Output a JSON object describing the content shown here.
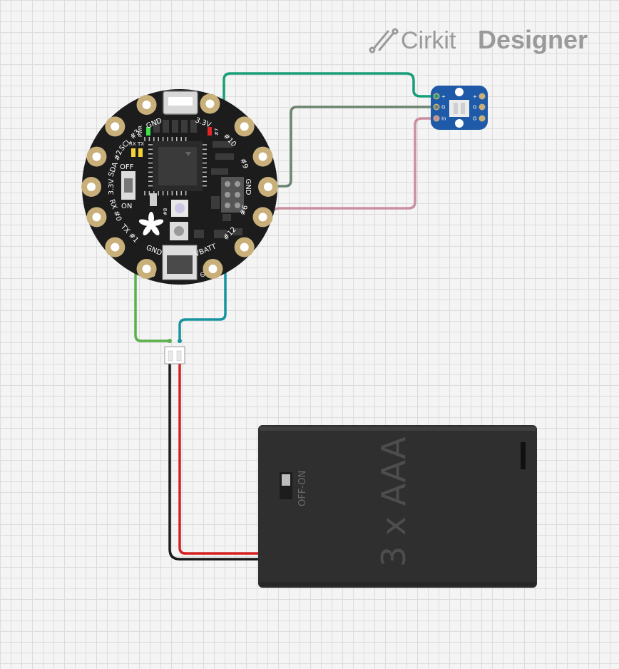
{
  "brand": {
    "name_part1": "Cirkit",
    "name_part2": "Designer"
  },
  "board": {
    "pins": [
      {
        "label": "3.3V",
        "angle": -70
      },
      {
        "label": "#10",
        "angle": -43
      },
      {
        "label": "#9",
        "angle": -20
      },
      {
        "label": "GND",
        "angle": 0
      },
      {
        "label": "#6",
        "angle": 20
      },
      {
        "label": "#12",
        "angle": 43
      },
      {
        "label": "VBATT",
        "angle": 68
      },
      {
        "label": "GND",
        "angle": 112
      },
      {
        "label": "TX #1",
        "angle": 137
      },
      {
        "label": "RX #0",
        "angle": 160
      },
      {
        "label": "3.3V",
        "angle": 180
      },
      {
        "label": "SDA #2",
        "angle": 200
      },
      {
        "label": "SCL #3",
        "angle": 223
      },
      {
        "label": "GND",
        "angle": 248
      }
    ],
    "switch_off": "OFF",
    "switch_on": "ON",
    "rx_label": "RX",
    "tx_label": "TX",
    "pwr_label": "PWR",
    "led7_label": "#7",
    "led8_label": "#8",
    "plus_label": "⊕",
    "minus_label": "⊖"
  },
  "sensor": {
    "pins_left": [
      "+",
      "G",
      "In"
    ],
    "pins_right": [
      "+",
      "G",
      "O"
    ]
  },
  "battery": {
    "label": "3 x AAA",
    "switch_label": "OFF-ON"
  },
  "colors": {
    "wire_33v": "#1a9e7a",
    "wire_gnd_sensor": "#6b8570",
    "wire_signal": "#c98ea0",
    "wire_gnd_batt": "#5ab04a",
    "wire_vbatt": "#16939e",
    "wire_red": "#d42020",
    "wire_black": "#1a1a1a",
    "board": "#1c1c1c",
    "pad": "#c9b07a",
    "sensor_board": "#1e5aa8",
    "battery": "#2f2f2f"
  }
}
